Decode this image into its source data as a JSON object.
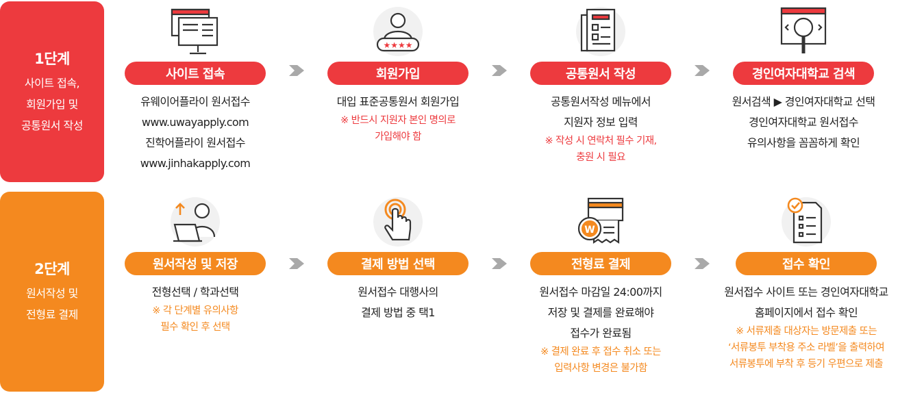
{
  "stages": [
    {
      "title": "1단계",
      "desc": "사이트 접속,\n회원가입 및\n공통원서 작성",
      "color": "#ed3a3e",
      "steps": [
        {
          "icon": "computer-monitor-icon",
          "label": "사이트 접속",
          "body": [
            "유웨이어플라이 원서접수",
            "www.uwayapply.com",
            "진학어플라이 원서접수",
            "www.jinhakapply.com"
          ],
          "note": []
        },
        {
          "icon": "member-rating-icon",
          "label": "회원가입",
          "body": [
            "대입 표준공통원서 회원가입"
          ],
          "note": [
            "※ 반드시 지원자 본인 명의로",
            "가입해야 함"
          ]
        },
        {
          "icon": "application-form-icon",
          "label": "공통원서 작성",
          "body": [
            "공통원서작성 메뉴에서",
            "지원자 정보 입력"
          ],
          "note": [
            "※ 작성 시 연락처 필수 기재,",
            "충원 시 필요"
          ]
        },
        {
          "icon": "browser-search-icon",
          "label": "경인여자대학교 검색",
          "body": [
            "원서검색 ▶ 경인여자대학교 선택",
            "경인여자대학교 원서접수",
            "유의사항을 꼼꼼하게 확인"
          ],
          "note": []
        }
      ]
    },
    {
      "title": "2단계",
      "desc": "원서작성 및\n전형료 결제",
      "color": "#f4891f",
      "steps": [
        {
          "icon": "user-laptop-upload-icon",
          "label": "원서작성 및 저장",
          "body": [
            "전형선택 / 학과선택"
          ],
          "note": [
            "※ 각 단계별 유의사항",
            "필수 확인 후 선택"
          ]
        },
        {
          "icon": "touch-tap-icon",
          "label": "결제 방법 선택",
          "body": [
            "원서접수 대행사의",
            "결제 방법 중 택1"
          ],
          "note": []
        },
        {
          "icon": "card-payment-won-icon",
          "label": "전형료 결제",
          "body": [
            "원서접수 마감일 24:00까지",
            "저장 및 결제를 완료해야",
            "접수가 완료됨"
          ],
          "note": [
            "※ 결제 완료 후 접수 취소 또는",
            "입력사항 변경은 불가함"
          ]
        },
        {
          "icon": "checklist-document-icon",
          "label": "접수 확인",
          "body": [
            "원서접수 사이트 또는 경인여자대학교",
            "홈페이지에서 접수 확인"
          ],
          "note": [
            "※ 서류제출 대상자는 방문제출 또는",
            "‘서류봉투 부착용 주소 라벨’을 출력하여",
            "서류봉투에 부착 후 등기 우편으로 제출"
          ]
        }
      ]
    }
  ]
}
